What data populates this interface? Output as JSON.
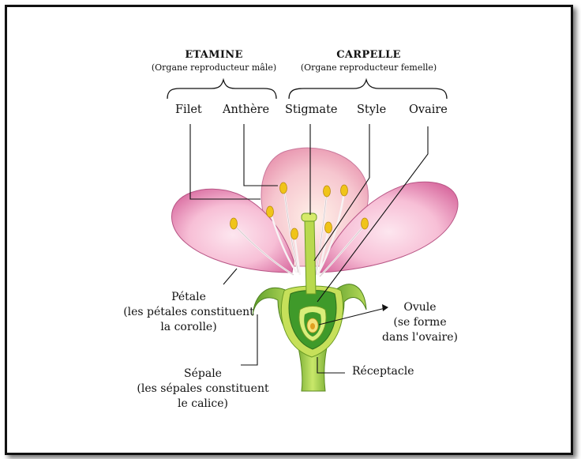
{
  "groups": {
    "etamine": {
      "title": "ETAMINE",
      "subtitle": "(Organe reproducteur mâle)"
    },
    "carpelle": {
      "title": "CARPELLE",
      "subtitle": "(Organe reproducteur femelle)"
    }
  },
  "parts": {
    "filet": "Filet",
    "anthere": "Anthère",
    "stigmate": "Stigmate",
    "style": "Style",
    "ovaire": "Ovaire"
  },
  "petale": {
    "name": "Pétale",
    "line2": "(les pétales constituent",
    "line3": "la corolle)"
  },
  "sepale": {
    "name": "Sépale",
    "line2": "(les sépales constituent",
    "line3": "le calice)"
  },
  "ovule": {
    "name": "Ovule",
    "line2": "(se forme",
    "line3": "dans l'ovaire)"
  },
  "receptacle": {
    "name": "Réceptacle"
  },
  "colors": {
    "petal": "#f2a8c8",
    "petal_dark": "#d9609a",
    "sepal": "#8cc63f",
    "ovary": "#3f9a2a",
    "anther": "#f0c419"
  }
}
